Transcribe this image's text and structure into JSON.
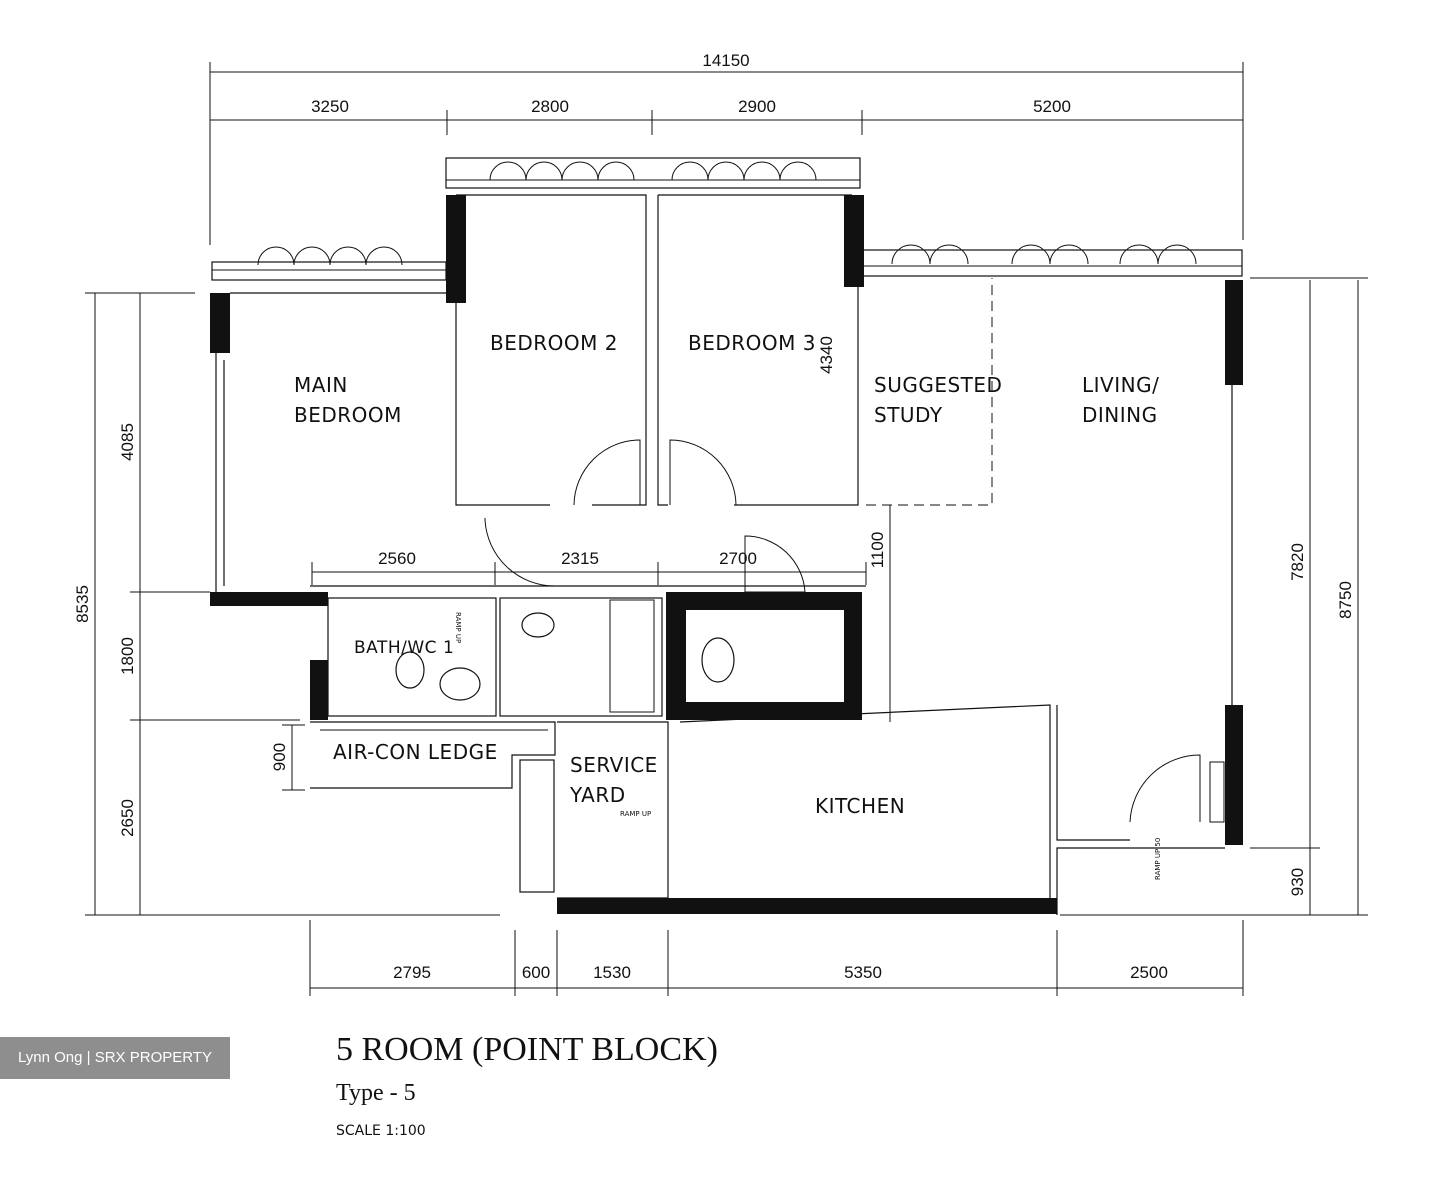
{
  "dimensions": {
    "overall_width": "14150",
    "top": [
      "3250",
      "2800",
      "2900",
      "5200"
    ],
    "middle": [
      "2560",
      "2315",
      "2700"
    ],
    "bottom": [
      "2795",
      "600",
      "1530",
      "5350",
      "2500"
    ],
    "left_overall": "8535",
    "left": [
      "4085",
      "1800",
      "2650"
    ],
    "ledge": "900",
    "bedroom3_depth": "4340",
    "corridor": "1100",
    "right_main": "7820",
    "right_overall": "8750",
    "right_bottom": "930"
  },
  "rooms": {
    "main_bedroom": [
      "MAIN",
      "BEDROOM"
    ],
    "bedroom2": "BEDROOM 2",
    "bedroom3": "BEDROOM 3",
    "study": [
      "SUGGESTED",
      "STUDY"
    ],
    "living": [
      "LIVING/",
      "DINING"
    ],
    "bath": "BATH/WC 1",
    "aircon": "AIR-CON LEDGE",
    "service_yard": [
      "SERVICE",
      "YARD"
    ],
    "kitchen": "KITCHEN",
    "ramp_yard": "RAMP UP",
    "ramp_bath": "RAMP UP",
    "ramp_entry": "RAMP UP 50"
  },
  "plan_title": "5 ROOM (POINT BLOCK)",
  "plan_type": "Type - 5",
  "plan_scale": "SCALE 1:100",
  "watermark": "Lynn Ong | SRX PROPERTY"
}
